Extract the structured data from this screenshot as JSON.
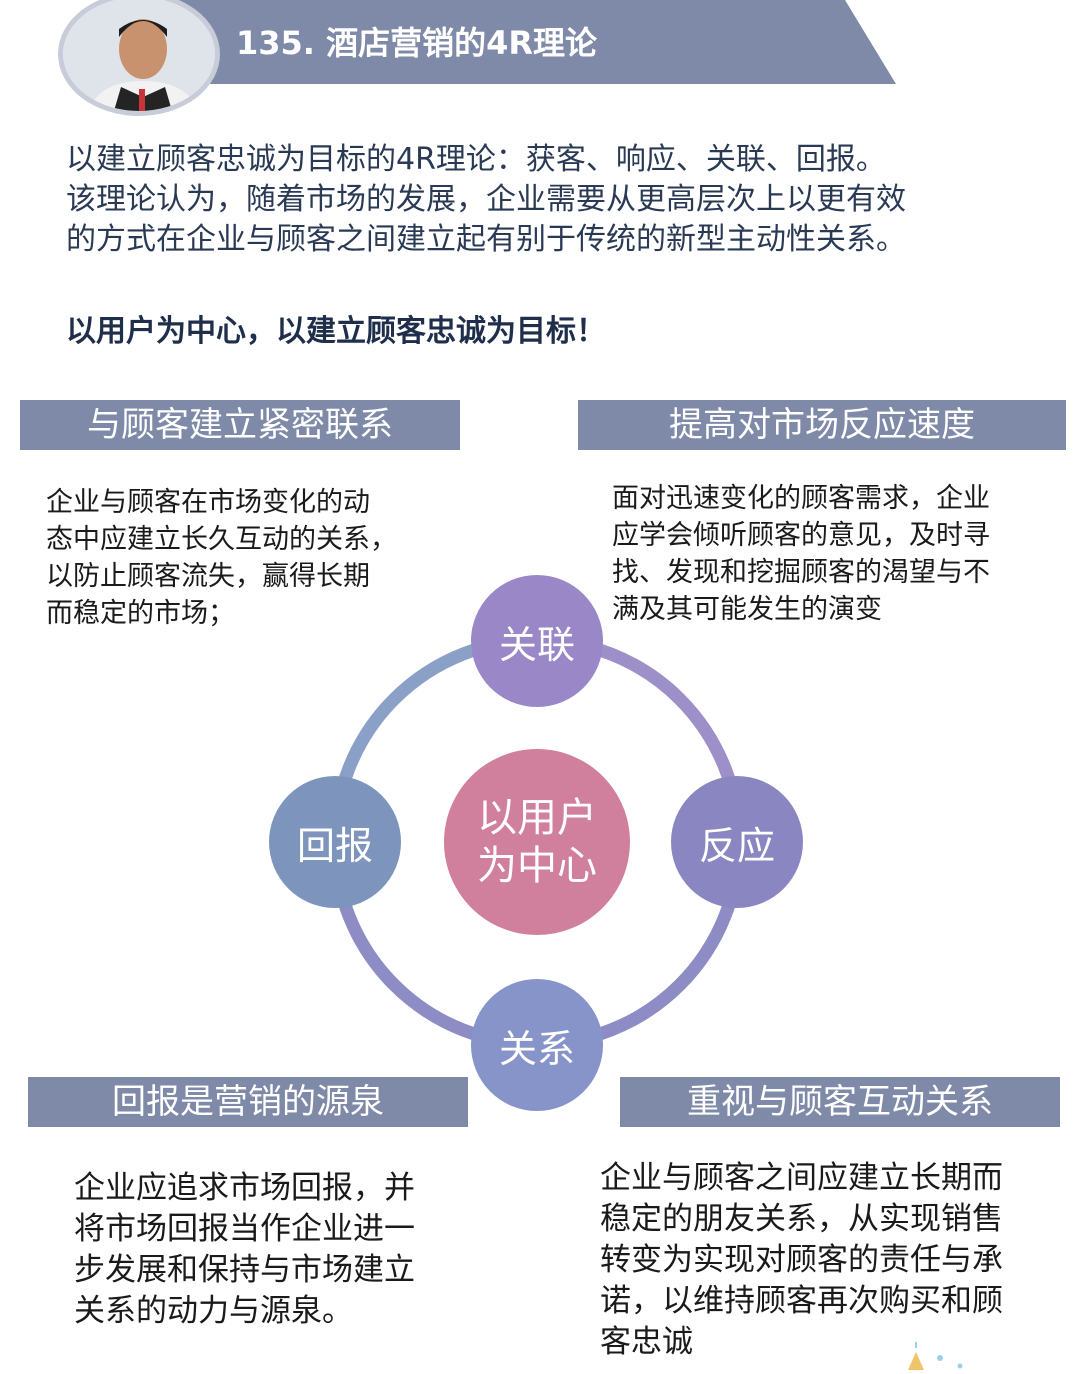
{
  "header": {
    "title": "135. 酒店营销的4R理论"
  },
  "intro": {
    "lines": [
      "以建立顾客忠诚为目标的4R理论：获客、响应、关联、回报。",
      "该理论认为，随着市场的发展，企业需要从更高层次上以更有效",
      "的方式在企业与顾客之间建立起有别于传统的新型主动性关系。"
    ],
    "slogan": "以用户为中心，以建立顾客忠诚为目标！"
  },
  "quadrants": {
    "top_left": {
      "title": "与顾客建立紧密联系",
      "lines": [
        "企业与顾客在市场变化的动",
        "态中应建立长久互动的关系，",
        "以防止顾客流失，赢得长期",
        "而稳定的市场；"
      ]
    },
    "top_right": {
      "title": "提高对市场反应速度",
      "lines": [
        "面对迅速变化的顾客需求，企业",
        "应学会倾听顾客的意见，及时寻",
        "找、发现和挖掘顾客的渴望与不",
        "满及其可能发生的演变"
      ]
    },
    "bottom_left": {
      "title": "回报是营销的源泉",
      "lines": [
        "企业应追求市场回报，并",
        "将市场回报当作企业进一",
        "步发展和保持与市场建立",
        "关系的动力与源泉。"
      ]
    },
    "bottom_right": {
      "title": "重视与顾客互动关系",
      "lines": [
        "企业与顾客之间应建立长期而",
        "稳定的朋友关系，从实现销售",
        "转变为实现对顾客的责任与承",
        "诺，以维持顾客再次购买和顾",
        "客忠诚"
      ]
    }
  },
  "diagram": {
    "center": {
      "line1": "以用户",
      "line2": "为中心",
      "color": "#d07f9c"
    },
    "top": {
      "label": "关联",
      "color": "#9a87c7"
    },
    "right": {
      "label": "反应",
      "color": "#8a86c2"
    },
    "bottom": {
      "label": "关系",
      "color": "#8694c9"
    },
    "left": {
      "label": "回报",
      "color": "#7d95bd"
    },
    "ring_colors": [
      "#8aa0c6",
      "#9d8fc8",
      "#8d8cc4"
    ]
  },
  "colors": {
    "header_bar": "#7f8aa8",
    "section_bar": "#7f8aa8",
    "intro_text": "#2a3a55"
  }
}
